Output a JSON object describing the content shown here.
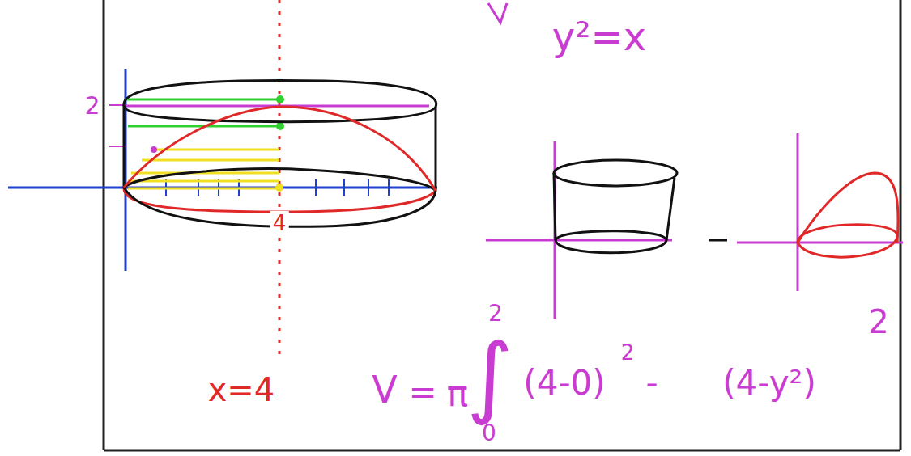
{
  "diagram": {
    "labels": [
      "y²=x",
      "2",
      "4",
      "x=4",
      "V",
      "=",
      "π",
      "∫",
      "2",
      "0",
      "(4-0)",
      "2",
      "-",
      "(4-y²)",
      "2"
    ]
  }
}
